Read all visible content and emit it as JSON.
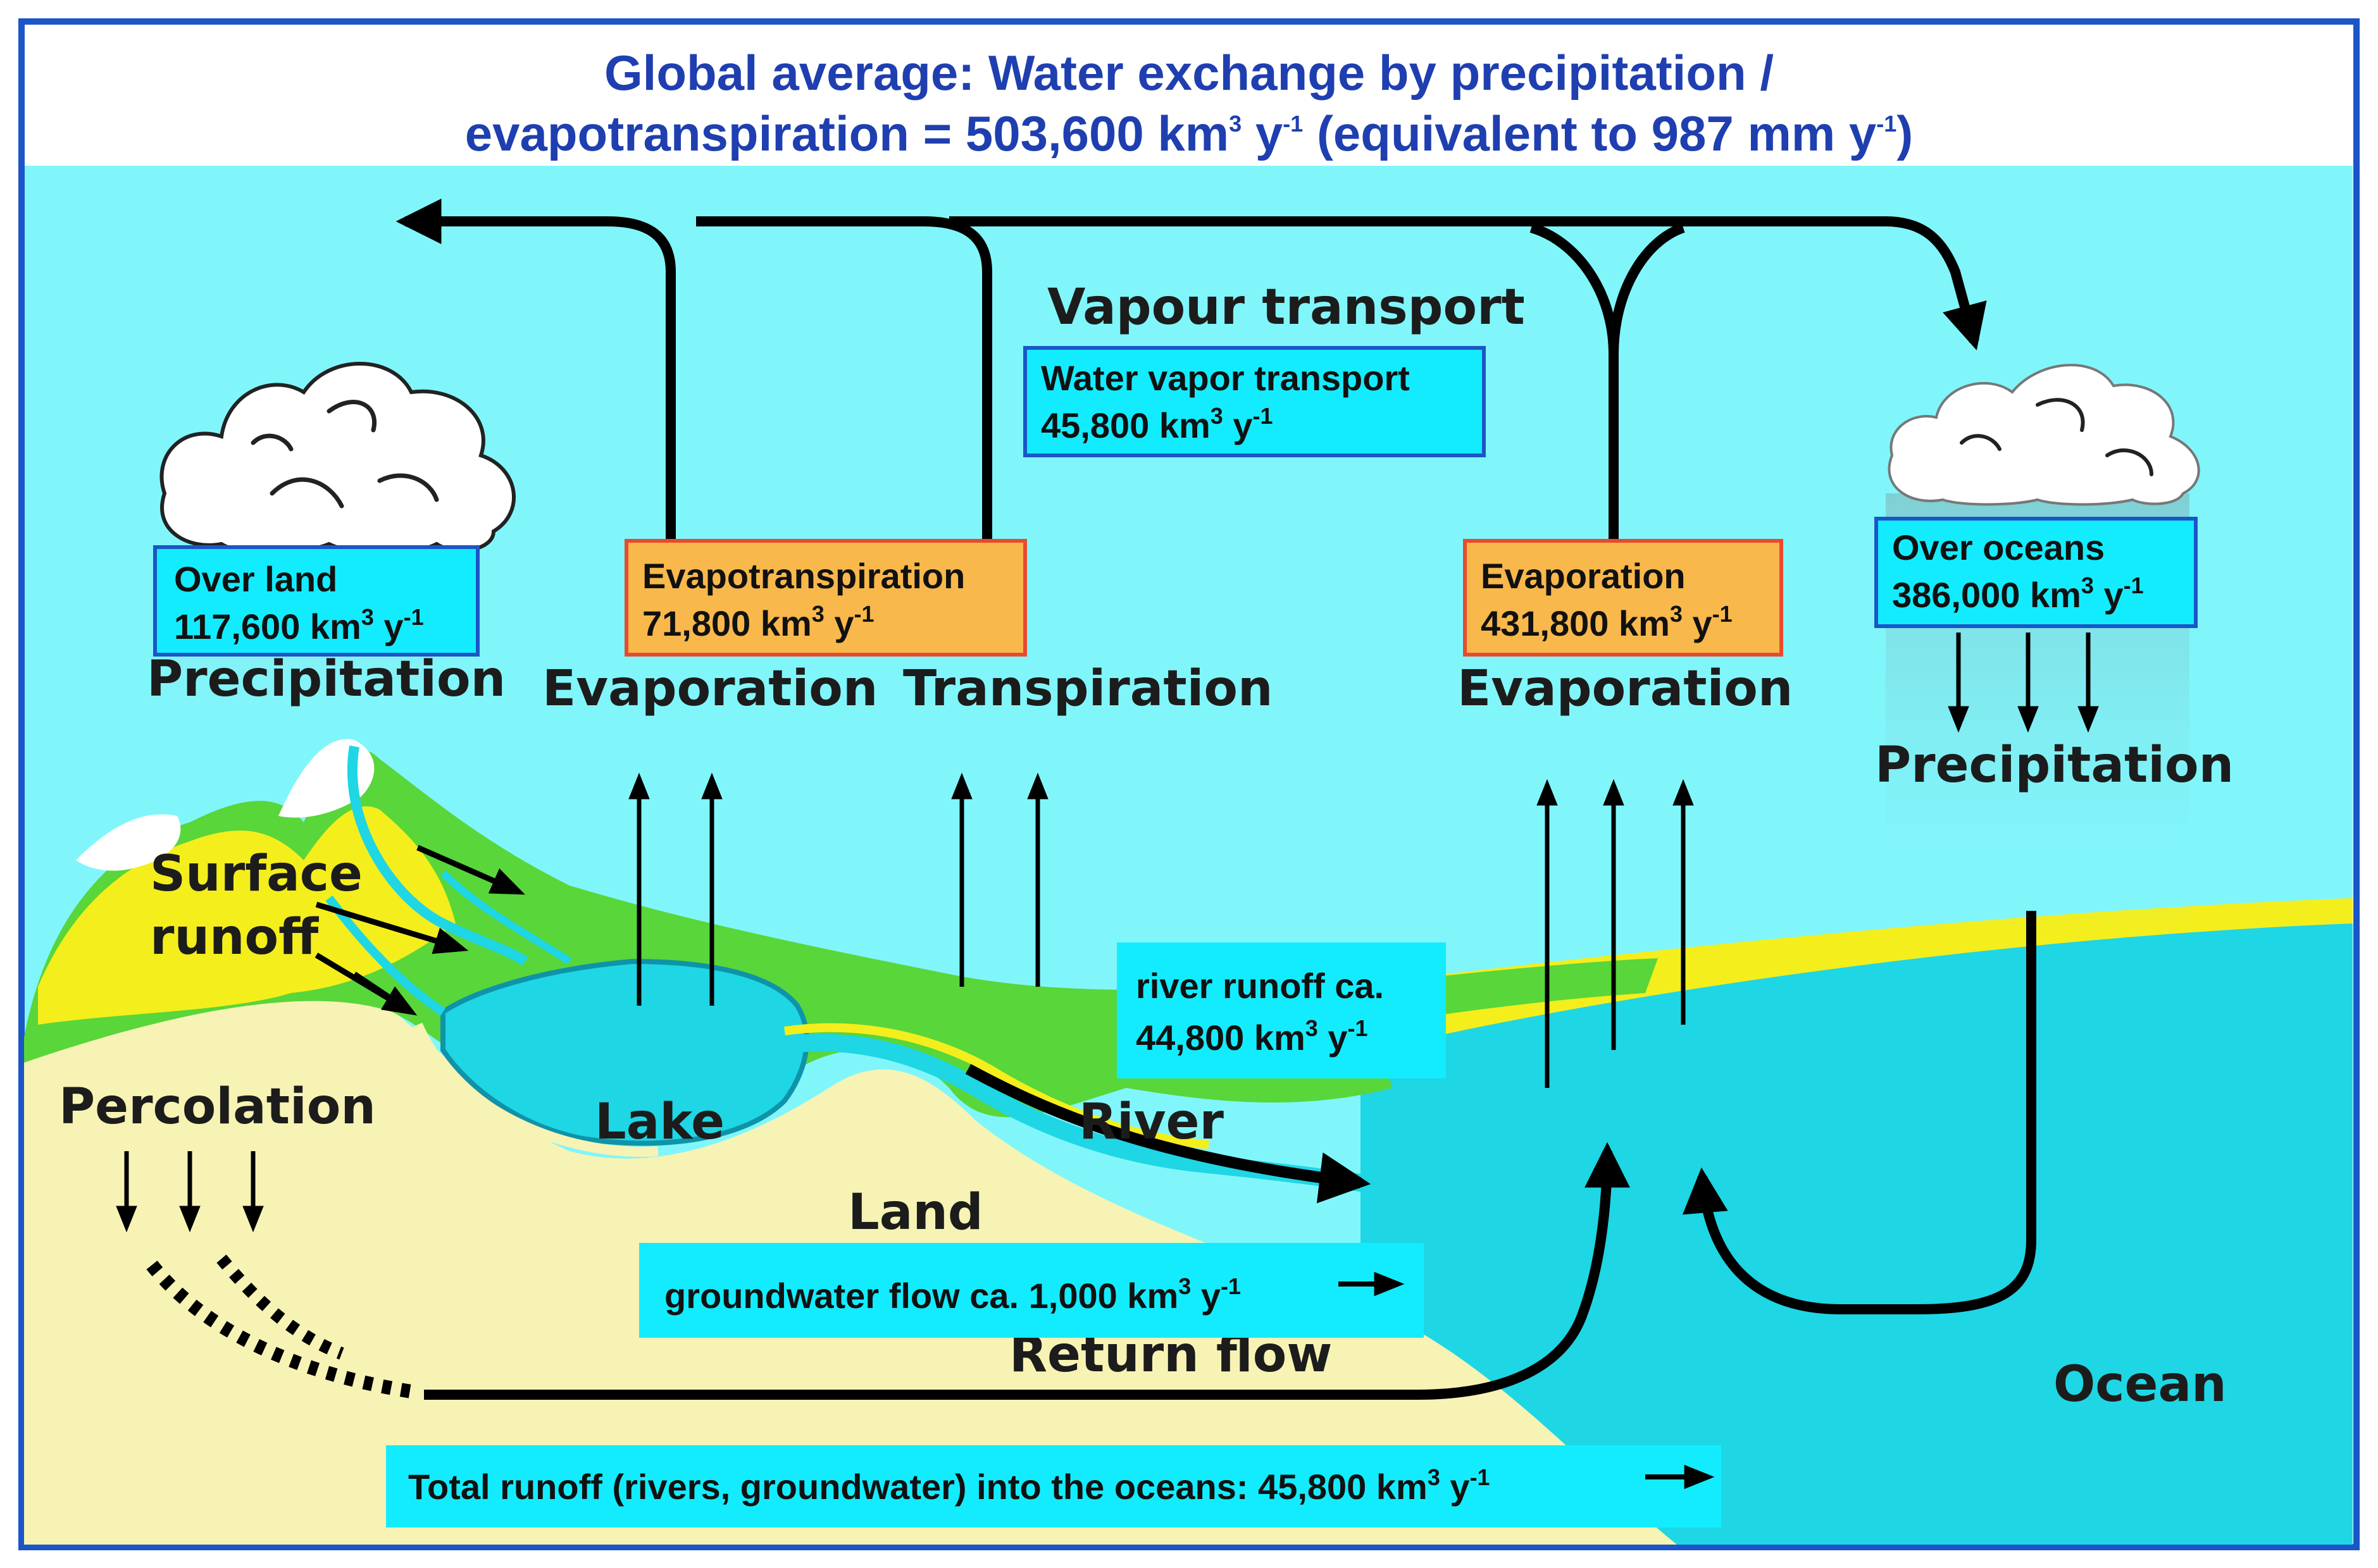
{
  "title": {
    "line1": "Global average: Water exchange by precipitation /",
    "line2_a": "evapotranspiration = 503,600 km",
    "line2_sup1": "3",
    "line2_b": " y",
    "line2_sup2": "-1",
    "line2_c": " (equivalent to 987 mm y",
    "line2_sup3": "-1",
    "line2_d": ")"
  },
  "labels": {
    "vapour_transport": "Vapour transport",
    "precipitation_land": "Precipitation",
    "evaporation_land": "Evaporation",
    "transpiration": "Transpiration",
    "evaporation_ocean": "Evaporation",
    "precipitation_ocean": "Precipitation",
    "surface": "Surface",
    "runoff": "runoff",
    "percolation": "Percolation",
    "lake": "Lake",
    "river": "River",
    "land": "Land",
    "return_flow": "Return flow",
    "ocean": "Ocean"
  },
  "boxes": {
    "over_land": {
      "line1": "Over land",
      "line2": "117,600 km",
      "sup": "3",
      "unit": " y",
      "sup2": "-1"
    },
    "evapotranspiration": {
      "line1": "Evapotranspiration",
      "line2": "71,800 km",
      "sup": "3",
      "unit": " y",
      "sup2": "-1"
    },
    "water_vapor": {
      "line1": "Water vapor transport",
      "line2": "45,800 km",
      "sup": "3",
      "unit": " y",
      "sup2": "-1"
    },
    "evaporation_ocean": {
      "line1": "Evaporation",
      "line2": "431,800 km",
      "sup": "3",
      "unit": " y",
      "sup2": "-1"
    },
    "over_oceans": {
      "line1": "Over oceans",
      "line2": "386,000 km",
      "sup": "3",
      "unit": " y",
      "sup2": "-1"
    },
    "river_runoff": {
      "line1": "river runoff ca.",
      "line2": "44,800 km",
      "sup": "3",
      "unit": " y",
      "sup2": "-1"
    },
    "groundwater": {
      "text": "groundwater flow ca. 1,000 km",
      "sup": "3",
      "unit": " y",
      "sup2": "-1"
    },
    "total_runoff": {
      "text": "Total runoff (rivers, groundwater) into the oceans: 45,800 km",
      "sup": "3",
      "unit": " y",
      "sup2": "-1"
    }
  },
  "colors": {
    "title_blue": "#1f3fb0",
    "sky": "#80f6fb",
    "water": "#1fd6e4",
    "land": "#f7f3b4",
    "green": "#58d63a",
    "yellow": "#f4ee1c",
    "orange_box": "#f8b84c",
    "cyan_box": "#13ecff",
    "frame": "#1b55c8"
  }
}
